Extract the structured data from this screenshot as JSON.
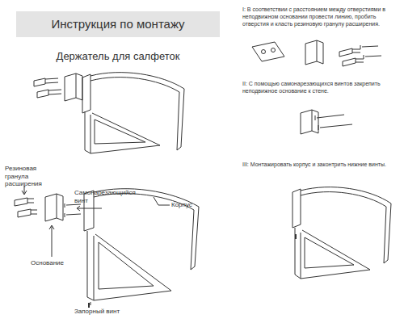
{
  "diagram": {
    "title": "Инструкция по монтажу",
    "labels": [
      "Держатель для салфеток",
      "Резиновая гранула расширения",
      "Самонарезающийся винт",
      "Корпус",
      "Основание",
      "Запорный винт",
      "I: В соответствии с расстоянием между отверстиями в неподвижном основании провести линию, пробить отверстия и класть резиновую гранулу расширения.",
      "II: С помощью самонарезающихся винтов закрепить неподвижное основание к стене.",
      "III: Монтажировать корпус и законтрить нижние винты."
    ]
  }
}
